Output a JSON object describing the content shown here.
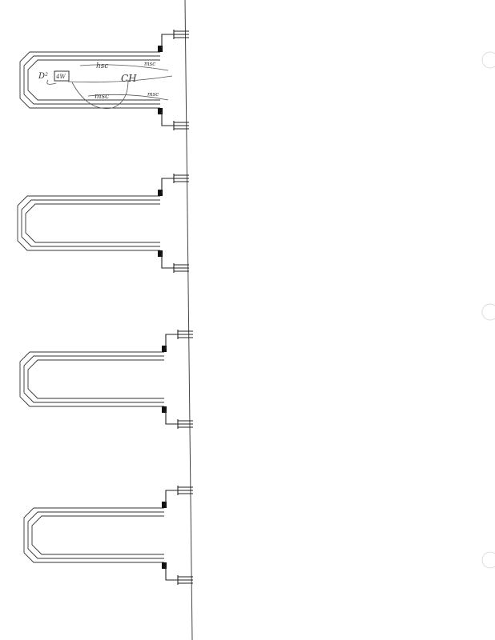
{
  "annotations": {
    "d2": "D²",
    "box": "4W",
    "ch": "CH",
    "top_left": "hsc",
    "top_right": "msc",
    "bottom_left": "msc",
    "bottom_right": "msc"
  },
  "diagram_count": 4,
  "colors": {
    "ink": "#222222",
    "paper": "#ffffff"
  }
}
